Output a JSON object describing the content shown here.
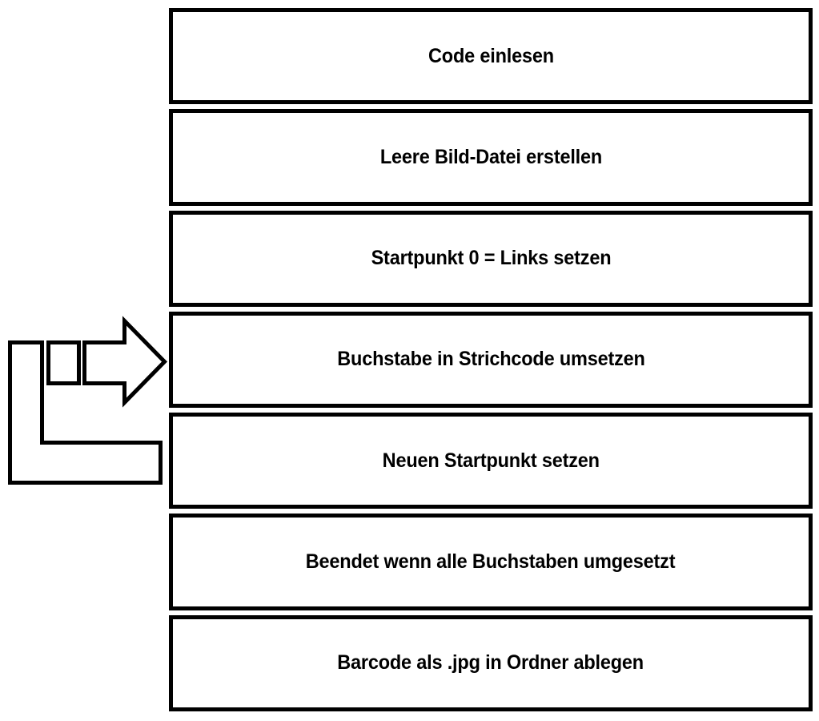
{
  "diagram": {
    "title": "Barcode-Erzeugung Ablaufdiagramm",
    "type": "flowchart",
    "orientation": "vertical",
    "background_color": "#ffffff",
    "stroke_color": "#000000",
    "text_color": "#000000",
    "steps": [
      {
        "id": "step-1",
        "label": "Code einlesen"
      },
      {
        "id": "step-2",
        "label": "Leere Bild-Datei erstellen"
      },
      {
        "id": "step-3",
        "label": "Startpunkt 0 = Links setzen"
      },
      {
        "id": "step-4",
        "label": "Buchstabe in Strichcode umsetzen"
      },
      {
        "id": "step-5",
        "label": "Neuen Startpunkt setzen"
      },
      {
        "id": "step-6",
        "label": "Beendet wenn alle Buchstaben umgesetzt"
      },
      {
        "id": "step-7",
        "label": "Barcode als .jpg in Ordner ablegen"
      }
    ],
    "connectors": [
      {
        "id": "loop-back-arrow",
        "icon": "loop-arrow-right-icon",
        "from_step": "step-5",
        "to_step": "step-4",
        "direction": "right",
        "description": "Rueckfuehrung zur Schleife"
      }
    ]
  }
}
